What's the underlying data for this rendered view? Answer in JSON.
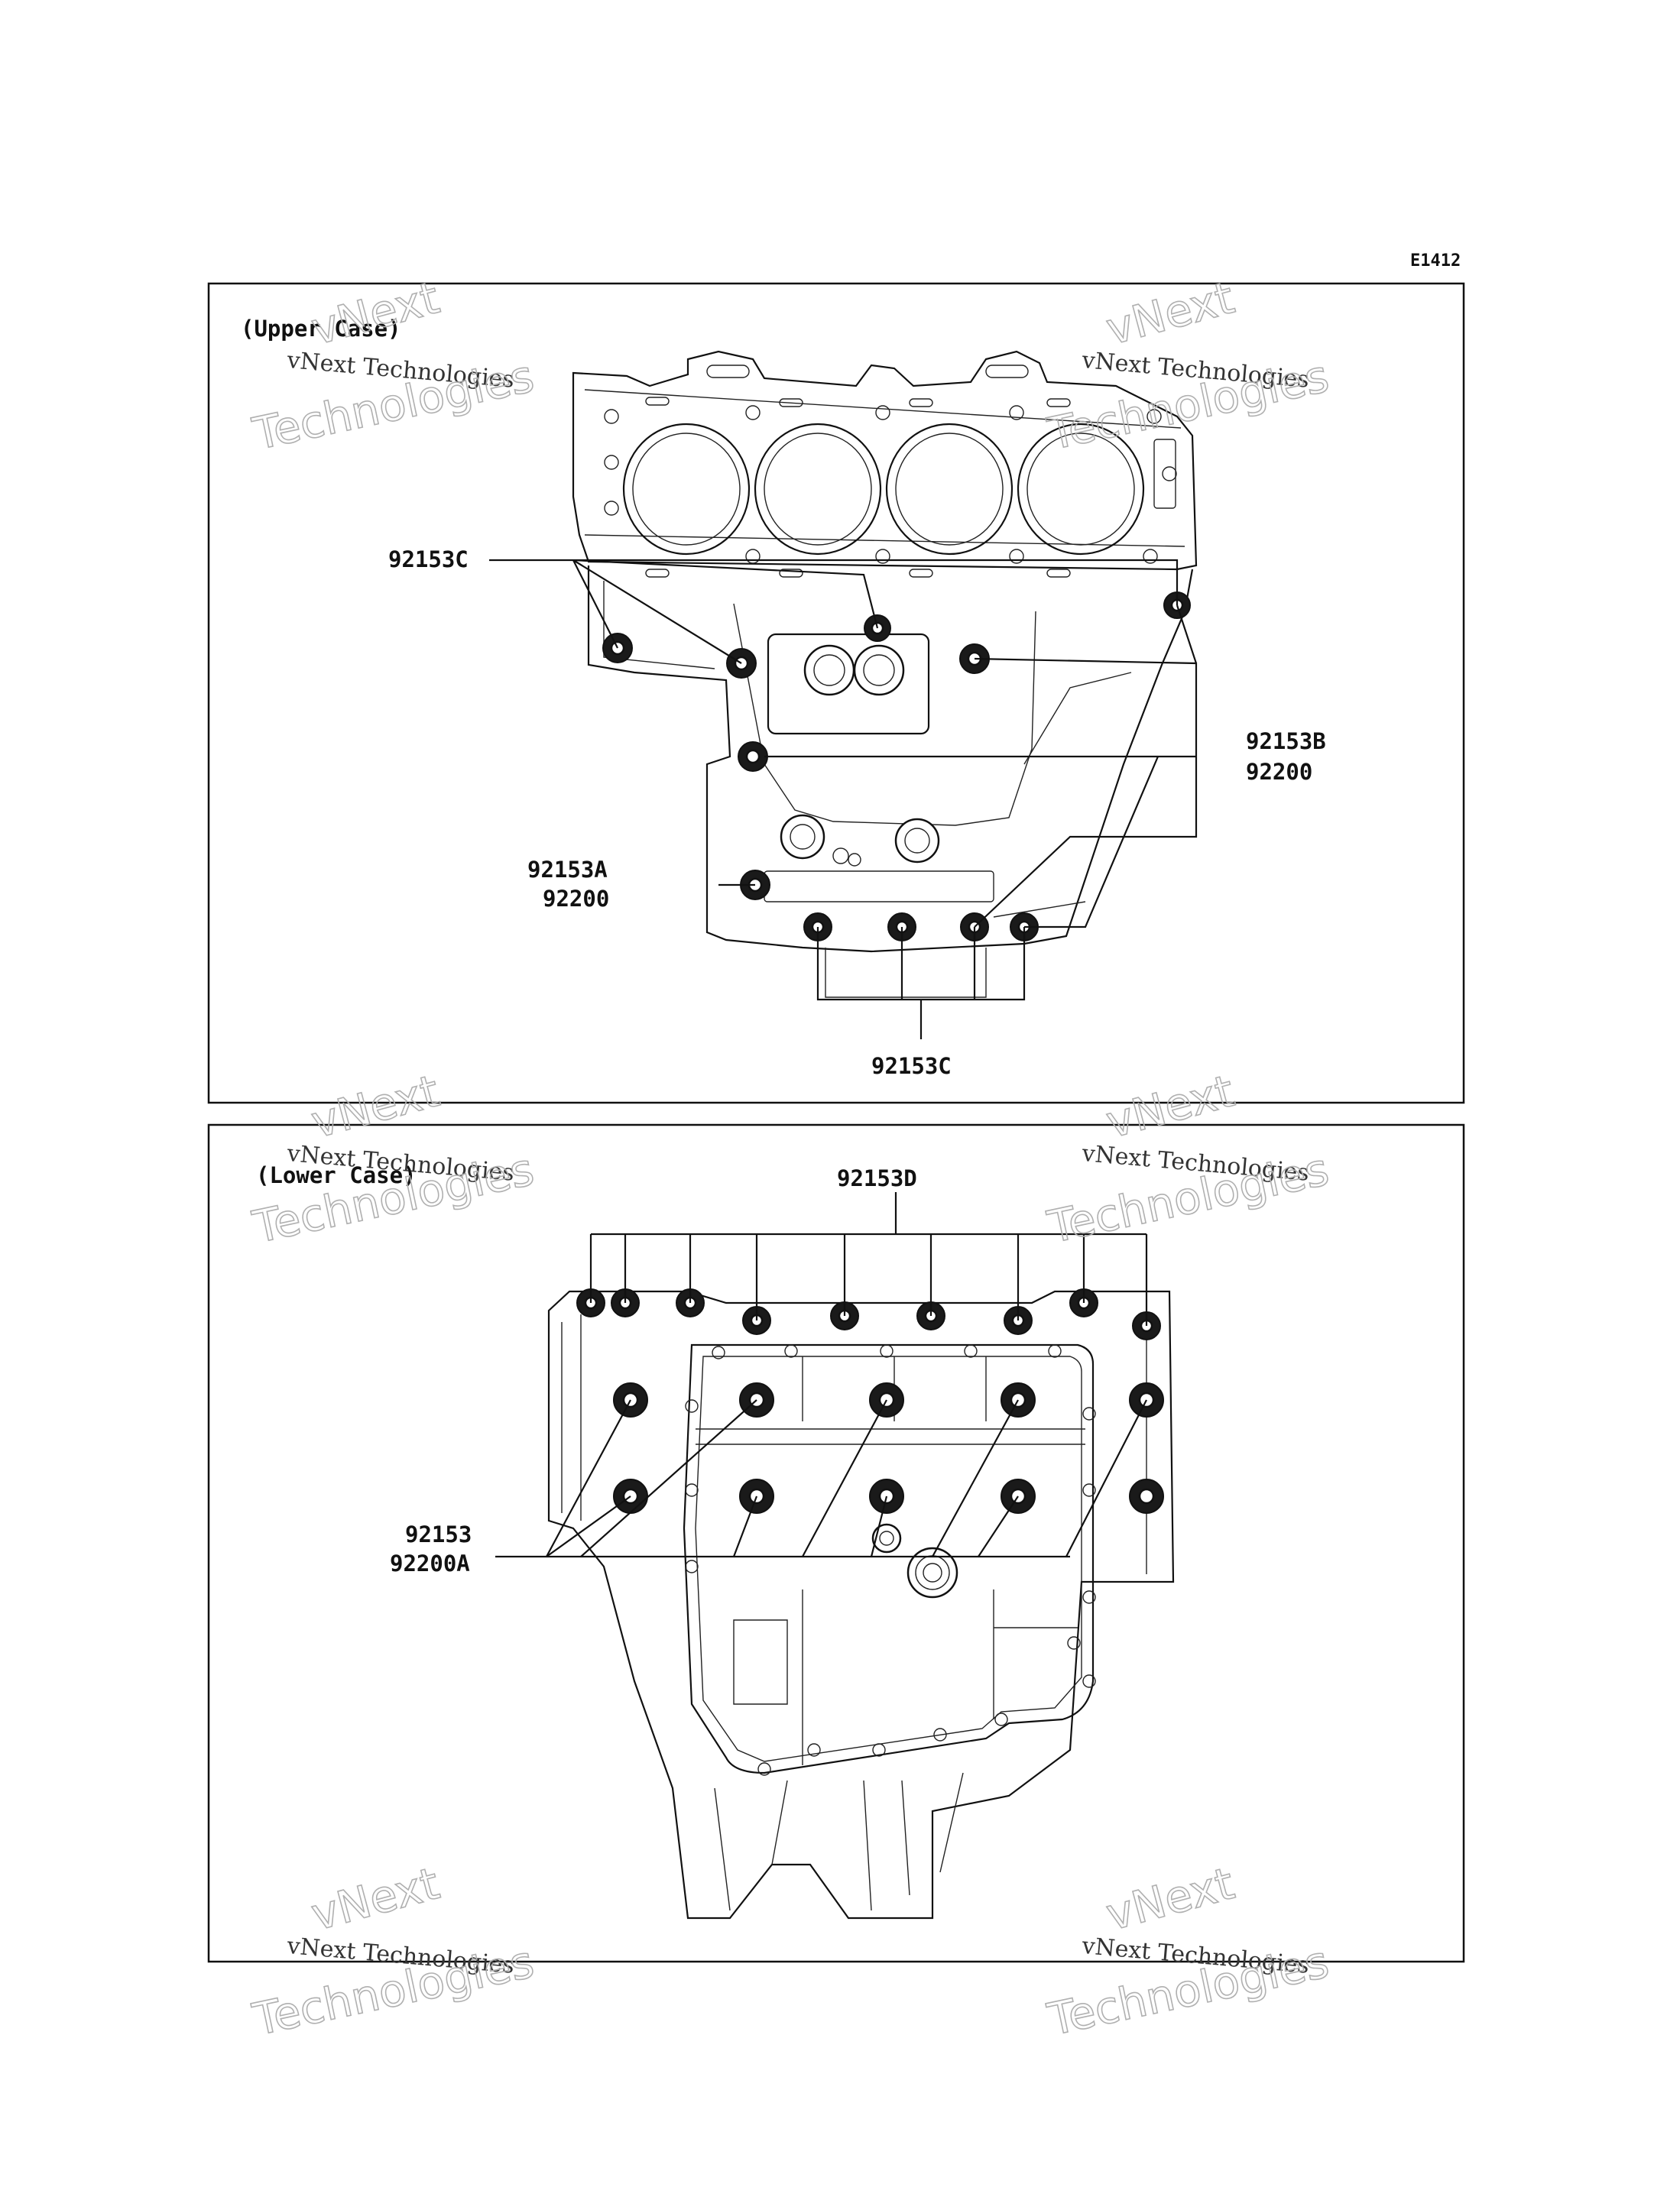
{
  "diagram_code": "E1412",
  "panels": {
    "upper": {
      "title": "(Upper Case)",
      "labels": {
        "c_left": "92153C",
        "b": "92153B",
        "b_sub": "92200",
        "a": "92153A",
        "a_sub": "92200",
        "c_bottom": "92153C"
      }
    },
    "lower": {
      "title": "(Lower Case)",
      "labels": {
        "d": "92153D",
        "main": "92153",
        "main_sub": "92200A"
      }
    }
  },
  "watermark": {
    "line1": "vNext",
    "line2": "vNext Technologies",
    "line3": "Technologies"
  }
}
